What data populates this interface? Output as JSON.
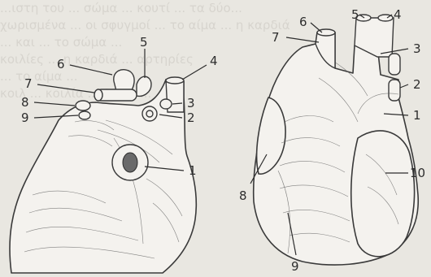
{
  "labels": {
    "left": [
      "1",
      "2",
      "3",
      "4",
      "5",
      "6",
      "7",
      "8",
      "9"
    ],
    "right": [
      "1",
      "2",
      "3",
      "4",
      "5",
      "6",
      "7",
      "8",
      "9",
      "10"
    ]
  },
  "background_text": [
    "...ιστη του ... σώμα ... κουτί ... τα δύο...",
    "χωρισμένα ... οι σφυγμοί ... το αίμα ... η καρδιά",
    "... και ... το σώμα ...",
    "κοιλίες ... η καρδιά ... αρτηρίες",
    "... το αίμα ...",
    "κοιλ ... κοιλία ... δεξιά ..."
  ]
}
